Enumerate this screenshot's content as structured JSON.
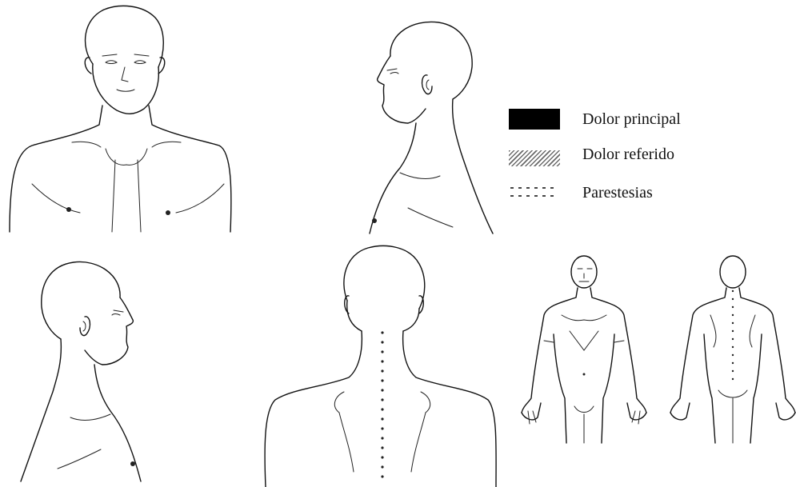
{
  "legend": {
    "items": [
      {
        "label": "Dolor principal",
        "pattern": "solid-black-icon"
      },
      {
        "label": "Dolor referido",
        "pattern": "diagonal-hatch-icon"
      },
      {
        "label": "Parestesias",
        "pattern": "dotted-icon"
      }
    ]
  },
  "colors": {
    "line": "#111111",
    "background": "#ffffff"
  }
}
